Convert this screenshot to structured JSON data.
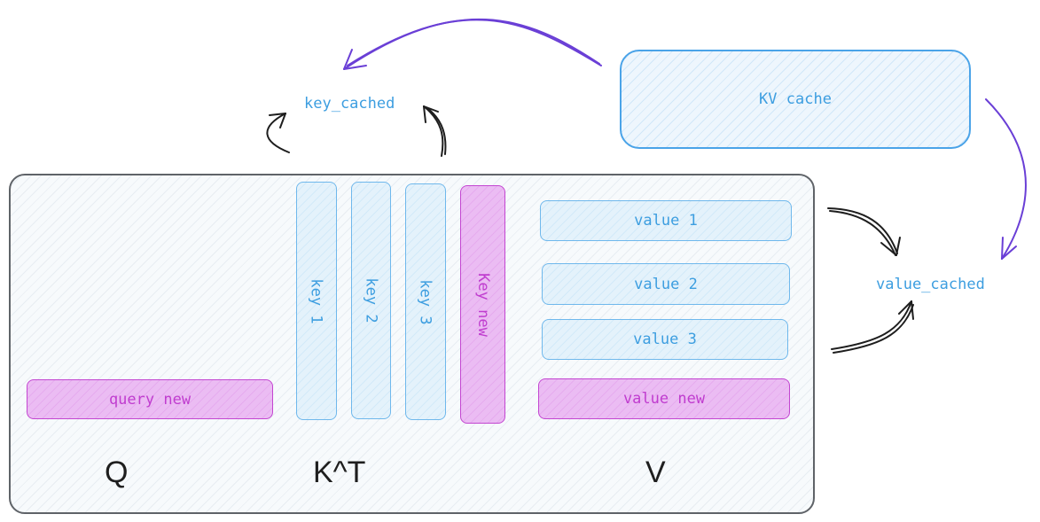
{
  "kv_cache": {
    "label": "KV cache"
  },
  "key_cached": {
    "label": "key_cached"
  },
  "value_cached": {
    "label": "value_cached"
  },
  "query": {
    "new_label": "query new",
    "axis_label": "Q"
  },
  "keys": {
    "items": [
      "key 1",
      "key 2",
      "key 3"
    ],
    "new_label": "Key new",
    "axis_label": "K^T"
  },
  "values": {
    "items": [
      "value 1",
      "value 2",
      "value 3"
    ],
    "new_label": "value new",
    "axis_label": "V"
  },
  "colors": {
    "cached_blue": "#4aa3e8",
    "new_pink": "#c346d1",
    "cache_arrow_purple": "#6a3fd6",
    "panel_border": "#5f6368"
  }
}
